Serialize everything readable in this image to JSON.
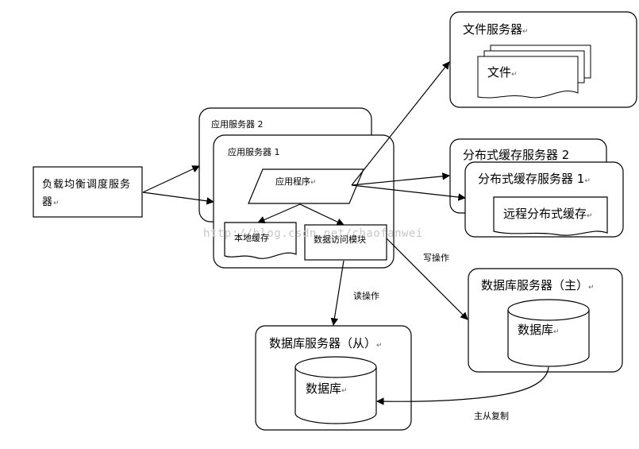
{
  "nodes": {
    "load_balancer": "负载均衡调度服务器",
    "file_server": "文件服务器",
    "file": "文件",
    "app_server_2": "应用服务器 2",
    "app_server_1": "应用服务器 1",
    "app_program": "应用程序",
    "local_cache": "本地缓存",
    "data_access": "数据访问模块",
    "dist_cache_2": "分布式缓存服务器 2",
    "dist_cache_1": "分布式缓存服务器 1",
    "remote_cache": "远程分布式缓存",
    "db_master": "数据库服务器（主）",
    "db_master_store": "数据库",
    "db_slave": "数据库服务器（从）",
    "db_slave_store": "数据库"
  },
  "edges": {
    "write": "写操作",
    "read": "读操作",
    "replication": "主从复制"
  },
  "watermark": "http://blog.csdn.net/chaofanwei",
  "paragraph_mark": "↵"
}
